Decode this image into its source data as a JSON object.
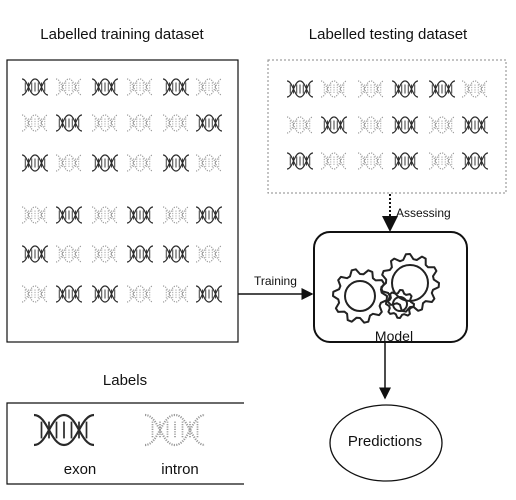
{
  "titles": {
    "training": "Labelled training dataset",
    "testing": "Labelled testing dataset",
    "labels": "Labels"
  },
  "arrows": {
    "assessing": "Assessing",
    "training": "Training"
  },
  "model": {
    "label": "Model",
    "icon": "gears-icon"
  },
  "predictions": {
    "label": "Predictions"
  },
  "legend": {
    "exon": "exon",
    "intron": "intron"
  },
  "datasets": {
    "training_rows": [
      [
        "exon",
        "intron",
        "exon",
        "intron",
        "exon",
        "intron"
      ],
      [
        "intron",
        "exon",
        "intron",
        "intron",
        "intron",
        "exon"
      ],
      [
        "exon",
        "intron",
        "exon",
        "intron",
        "exon",
        "intron"
      ],
      [
        "intron",
        "exon",
        "intron",
        "exon",
        "intron",
        "exon"
      ],
      [
        "exon",
        "intron",
        "intron",
        "exon",
        "exon",
        "intron"
      ],
      [
        "intron",
        "exon",
        "exon",
        "intron",
        "intron",
        "exon"
      ]
    ],
    "testing_rows": [
      [
        "exon",
        "intron",
        "intron",
        "exon",
        "exon",
        "intron"
      ],
      [
        "intron",
        "exon",
        "intron",
        "exon",
        "intron",
        "exon"
      ],
      [
        "exon",
        "intron",
        "intron",
        "exon",
        "intron",
        "exon"
      ]
    ]
  },
  "colors": {
    "exon": "#2a2a2a",
    "intron": "#9a9a9a",
    "border": "#111111"
  }
}
